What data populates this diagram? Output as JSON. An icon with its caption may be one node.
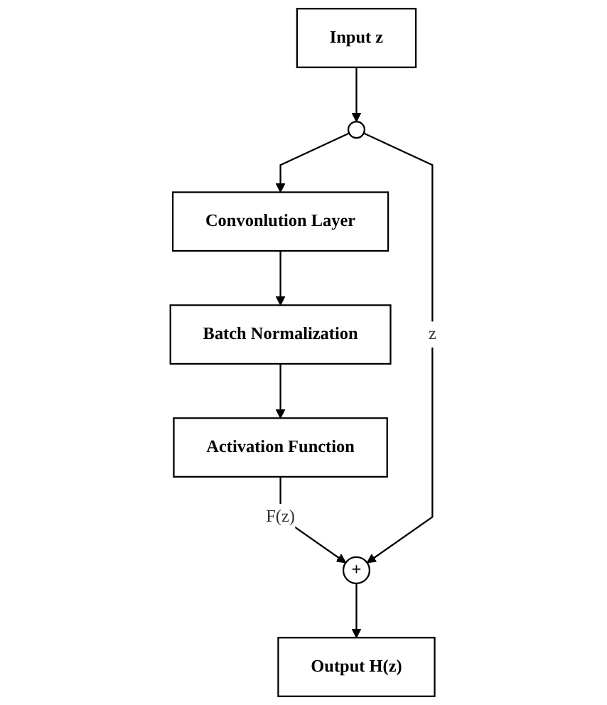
{
  "diagram": {
    "nodes": [
      {
        "text": [
          "Input z"
        ]
      },
      {
        "text": [],
        "shape": "circle"
      },
      {
        "text": [
          "Convonlution Layer"
        ]
      },
      {
        "text": [
          "Batch Normalization"
        ]
      },
      {
        "text": [
          "Activation Function"
        ]
      },
      {
        "text": [
          "+"
        ]
      },
      {
        "text": [
          "Output H(z)"
        ]
      }
    ],
    "edges": [
      {
        "from": 0,
        "to": 1,
        "arrow": "to"
      },
      {
        "from": 1,
        "to": 2,
        "arrow": "to"
      },
      {
        "from": 2,
        "to": 3,
        "arrow": "to"
      },
      {
        "from": 3,
        "to": 4,
        "arrow": "to"
      },
      {
        "from": 4,
        "to": 5,
        "arrow": "to",
        "label": "F(z)"
      },
      {
        "from": 1,
        "to": 5,
        "arrow": "to",
        "label": "z"
      },
      {
        "from": 5,
        "to": 6,
        "arrow": "to"
      }
    ]
  }
}
